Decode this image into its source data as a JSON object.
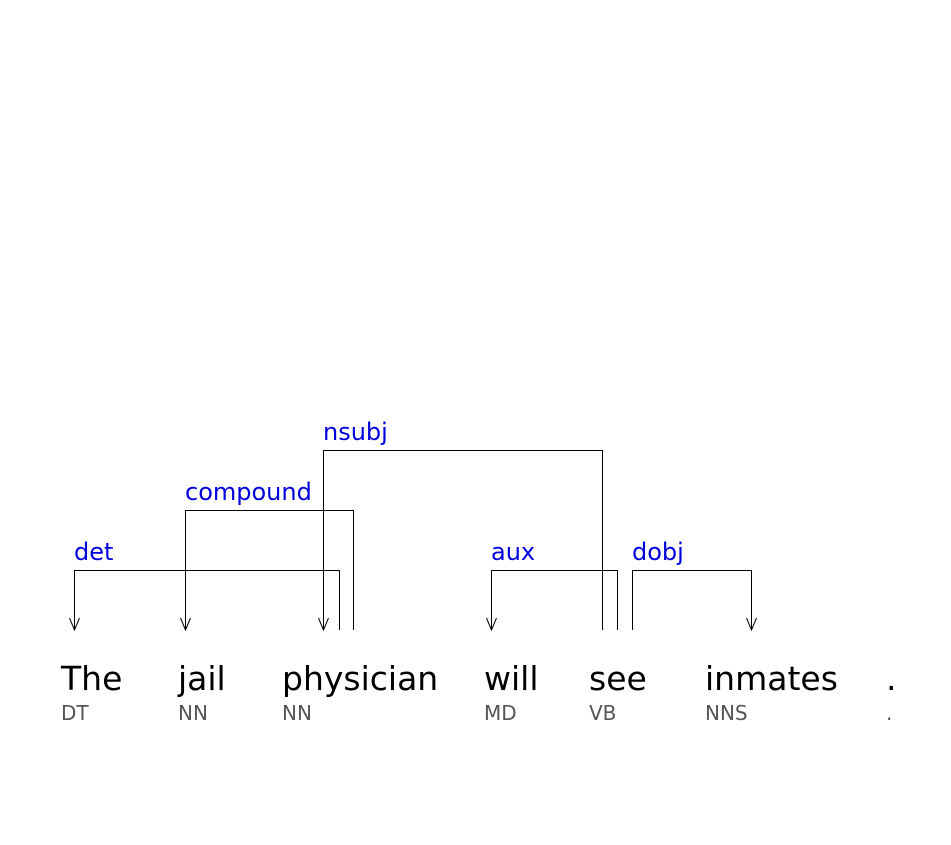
{
  "tokens": [
    {
      "word": "The",
      "tag": "DT"
    },
    {
      "word": "jail",
      "tag": "NN"
    },
    {
      "word": "physician",
      "tag": "NN"
    },
    {
      "word": "will",
      "tag": "MD"
    },
    {
      "word": "see",
      "tag": "VB"
    },
    {
      "word": "inmates",
      "tag": "NNS"
    },
    {
      "word": ".",
      "tag": "."
    }
  ],
  "arcs": [
    {
      "label": "det",
      "head": 2,
      "dependent": 0
    },
    {
      "label": "compound",
      "head": 2,
      "dependent": 1
    },
    {
      "label": "nsubj",
      "head": 4,
      "dependent": 2
    },
    {
      "label": "aux",
      "head": 4,
      "dependent": 3
    },
    {
      "label": "dobj",
      "head": 4,
      "dependent": 5
    }
  ],
  "colors": {
    "word": "#000000",
    "tag": "#555555",
    "label": "#0000dd",
    "arc": "#000000"
  }
}
